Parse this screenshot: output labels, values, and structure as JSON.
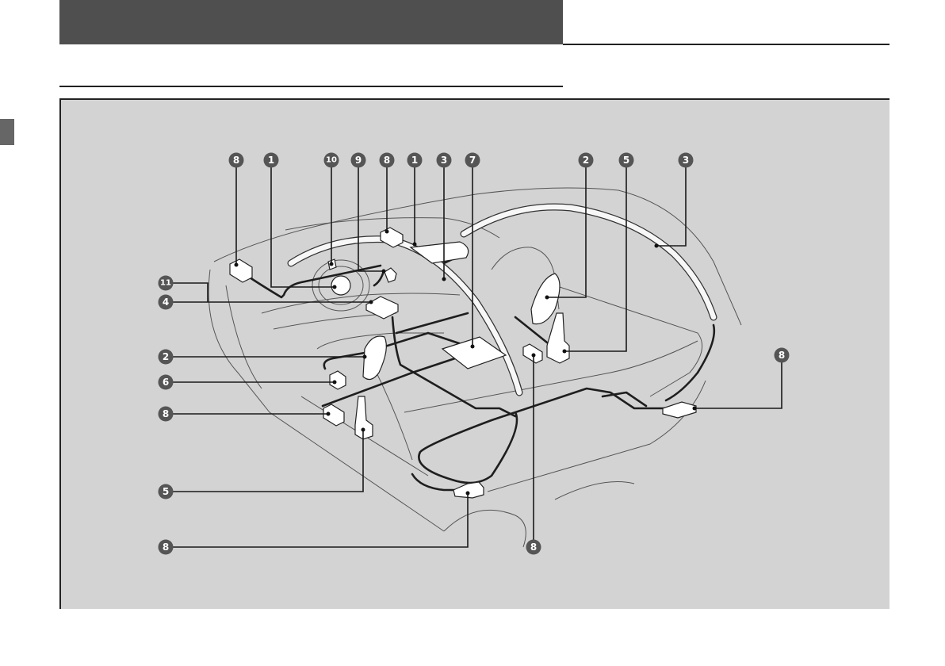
{
  "diagram": {
    "callouts_top": [
      "8",
      "1",
      "10",
      "9",
      "8",
      "1",
      "3",
      "7",
      "2",
      "5",
      "3"
    ],
    "callouts_left": [
      "11",
      "4",
      "2",
      "6",
      "8",
      "5",
      "8"
    ],
    "callout_bottom": "8",
    "callout_right": "8"
  },
  "colors": {
    "header": "#4f4f4f",
    "panel": "#d3d3d3",
    "badge": "#555555",
    "tab": "#666666"
  }
}
